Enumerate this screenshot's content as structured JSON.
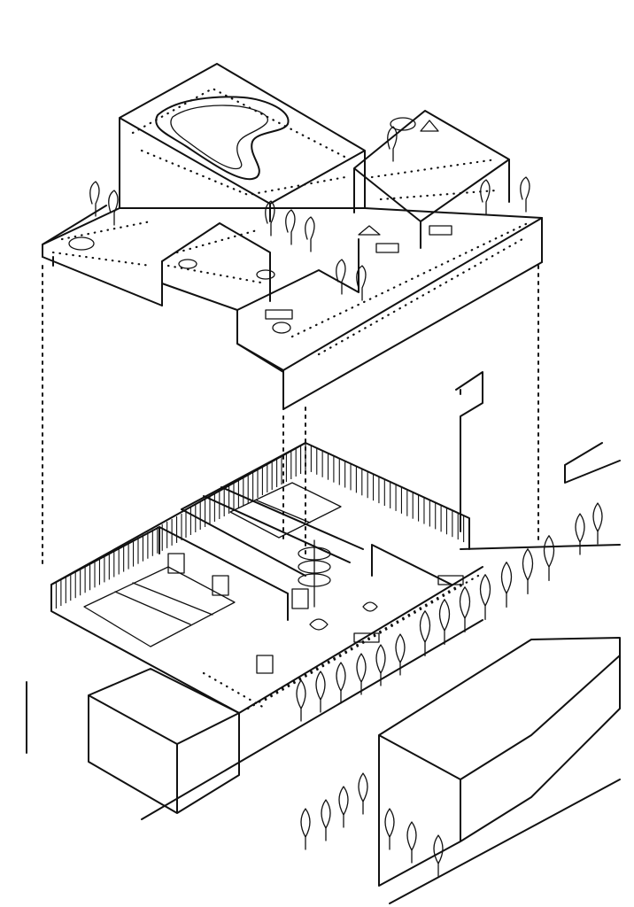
{
  "drawing": {
    "kind": "hand-drawn exploded axonometric sketch",
    "ink_color": "#111111",
    "paper_color": "#ffffff",
    "parts": [
      "roof-terraces-volume",
      "ground-floor-courtyard",
      "surrounding-buildings",
      "street-trees"
    ]
  }
}
